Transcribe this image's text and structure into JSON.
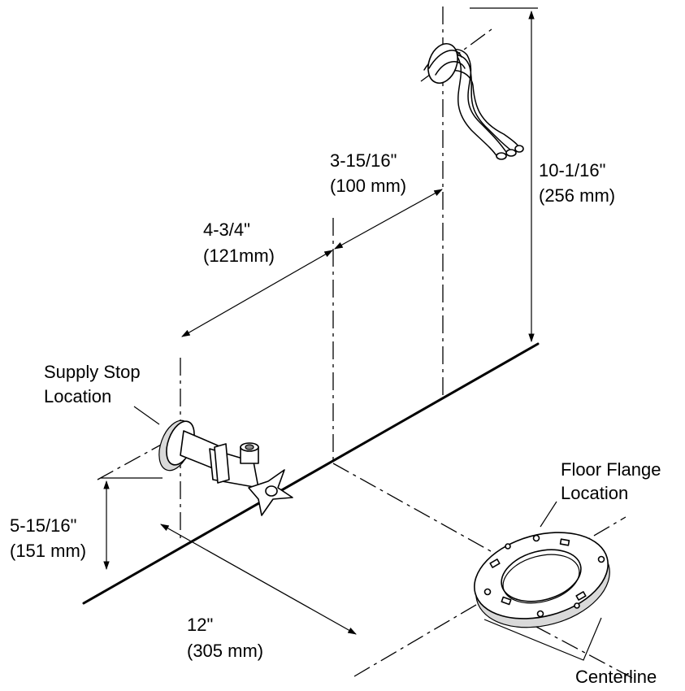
{
  "labels": {
    "supply_stop": [
      "Supply Stop",
      "Location"
    ],
    "floor_flange": [
      "Floor Flange",
      "Location"
    ],
    "centerline": "Centerline"
  },
  "dimensions": {
    "height_supply": [
      "10-1/16\"",
      "(256 mm)"
    ],
    "offset_supply": [
      "3-15/16\"",
      "(100 mm)"
    ],
    "offset_stop": [
      "4-3/4\"",
      "(121mm)"
    ],
    "height_stop": [
      "5-15/16\"",
      "(151 mm)"
    ],
    "flange_distance": [
      "12\"",
      "(305 mm)"
    ]
  }
}
